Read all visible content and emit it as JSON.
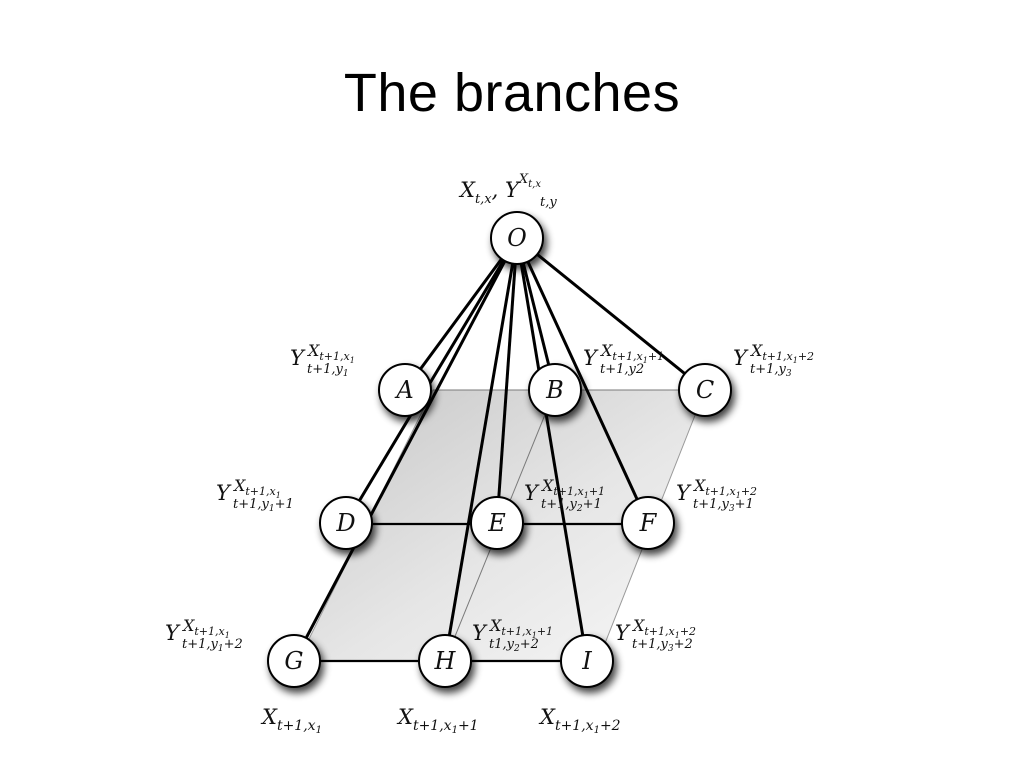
{
  "slide": {
    "title": "The branches"
  },
  "diagram": {
    "nodes": {
      "O": {
        "letter": "O"
      },
      "A": {
        "letter": "A"
      },
      "B": {
        "letter": "B"
      },
      "C": {
        "letter": "C"
      },
      "D": {
        "letter": "D"
      },
      "E": {
        "letter": "E"
      },
      "F": {
        "letter": "F"
      },
      "G": {
        "letter": "G"
      },
      "H": {
        "letter": "H"
      },
      "I": {
        "letter": "I"
      }
    },
    "labels": {
      "O": {
        "main": "X",
        "sub": "t,x",
        "sep": ", ",
        "main2": "Y",
        "sub2": "t,y",
        "sup2": "X",
        "supsub2": "t,x"
      },
      "A": {
        "main": "Y",
        "sup": "X",
        "supsub": "t+1,x",
        "supsubsub": "1",
        "sub": "t+1,y",
        "subsub": "1",
        "subtail": ""
      },
      "B": {
        "main": "Y",
        "sup": "X",
        "supsub": "t+1,x",
        "supsubsub": "1",
        "suptail": "+1",
        "sub": "t+1,y2"
      },
      "C": {
        "main": "Y",
        "sup": "X",
        "supsub": "t+1,x",
        "supsubsub": "1",
        "suptail": "+2",
        "sub": "t+1,y",
        "subsub": "3"
      },
      "D": {
        "main": "Y",
        "sup": "X",
        "supsub": "t+1,x",
        "supsubsub": "1",
        "sub": "t+1,y",
        "subsub": "1",
        "subtail": "+1"
      },
      "E": {
        "main": "Y",
        "sup": "X",
        "supsub": "t+1,x",
        "supsubsub": "1",
        "suptail": "+1",
        "sub": "t+1,y",
        "subsub": "2",
        "subtail": "+1"
      },
      "F": {
        "main": "Y",
        "sup": "X",
        "supsub": "t+1,x",
        "supsubsub": "1",
        "suptail": "+2",
        "sub": "t+1,y",
        "subsub": "3",
        "subtail": "+1"
      },
      "G": {
        "main": "Y",
        "sup": "X",
        "supsub": "t+1,x",
        "supsubsub": "1",
        "sub": "t+1,y",
        "subsub": "1",
        "subtail": "+2"
      },
      "H": {
        "main": "Y",
        "sup": "X",
        "supsub": "t+1,x",
        "supsubsub": "1",
        "suptail": "+1",
        "sub": "t",
        "sub_b": "1,y",
        "subsub": "2",
        "subtail": "+2"
      },
      "I": {
        "main": "Y",
        "sup": "X",
        "supsub": "t+1,x",
        "supsubsub": "1",
        "suptail": "+2",
        "sub": "t+1,y",
        "subsub": "3",
        "subtail": "+2"
      }
    },
    "bottom_labels": [
      {
        "main": "X",
        "sub": "t+1,x",
        "subsub": "1",
        "tail": ""
      },
      {
        "main": "X",
        "sub": "t+1,x",
        "subsub": "1",
        "tail": "+1"
      },
      {
        "main": "X",
        "sub": "t+1,x",
        "subsub": "1",
        "tail": "+2"
      }
    ],
    "edges": [
      [
        "O",
        "A"
      ],
      [
        "O",
        "B"
      ],
      [
        "O",
        "C"
      ],
      [
        "O",
        "D"
      ],
      [
        "O",
        "E"
      ],
      [
        "O",
        "F"
      ],
      [
        "O",
        "G"
      ],
      [
        "O",
        "H"
      ],
      [
        "O",
        "I"
      ]
    ],
    "colors": {
      "plane_light": "#f2f2f2",
      "plane_dark": "#c9c9c9",
      "line": "#000000",
      "node_fill": "#ffffff"
    }
  }
}
